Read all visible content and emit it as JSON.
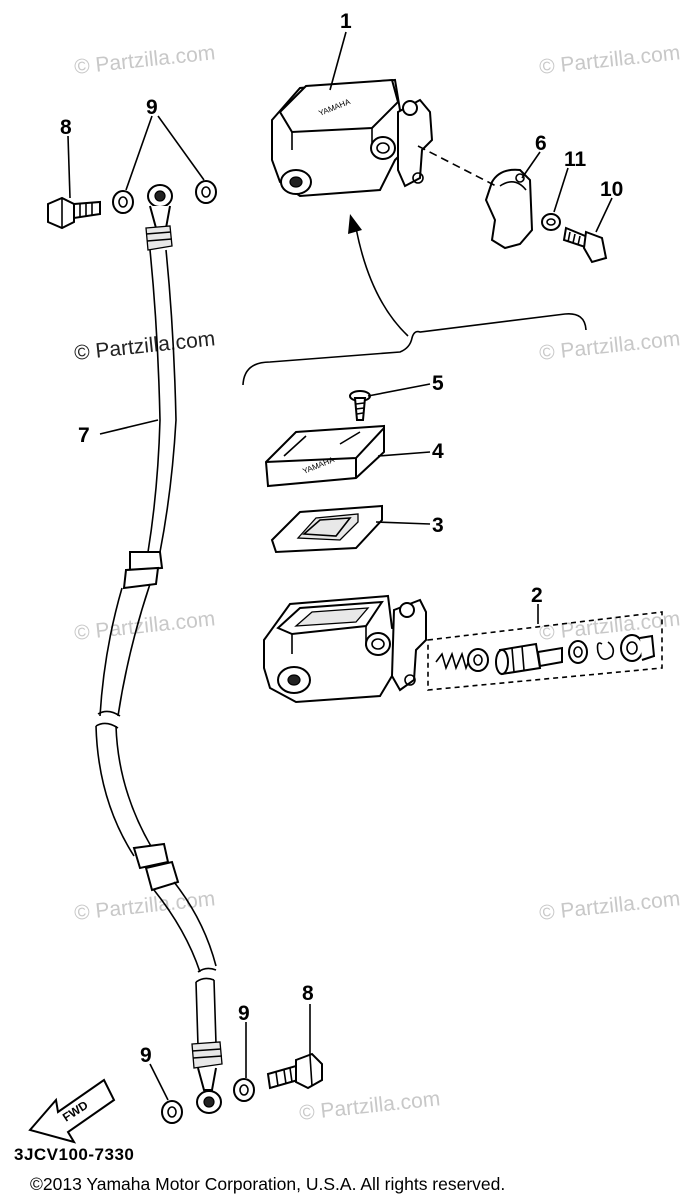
{
  "watermarks": [
    "© Partzilla.com",
    "© Partzilla.com",
    "© Partzilla.com",
    "© Partzilla.com",
    "© Partzilla.com",
    "© Partzilla.com",
    "© Partzilla.com",
    "© Partzilla.com",
    "© Partzilla.com"
  ],
  "callouts": {
    "c1": "1",
    "c2": "2",
    "c3": "3",
    "c4": "4",
    "c5": "5",
    "c6": "6",
    "c7": "7",
    "c8_top": "8",
    "c9_top": "9",
    "c10": "10",
    "c11": "11",
    "c8_bottom": "8",
    "c9_bottom_left": "9",
    "c9_bottom_right": "9"
  },
  "embossed_text": "YAMAHA",
  "fwd_label": "FWD",
  "diagram_code": "3JCV100-7330",
  "copyright": "©2013  Yamaha Motor Corporation, U.S.A. All rights reserved."
}
